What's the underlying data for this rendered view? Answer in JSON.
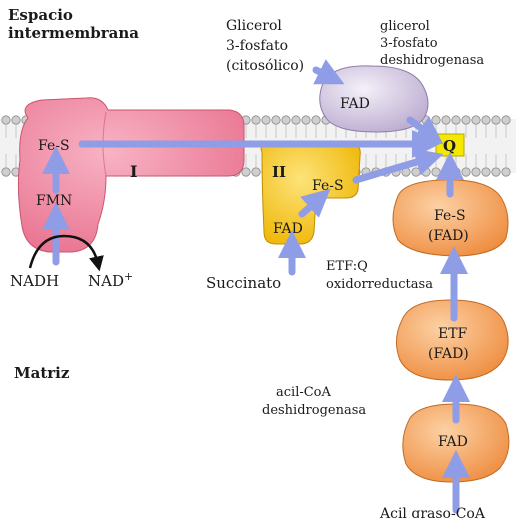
{
  "regions": {
    "intermembrane": [
      "Espacio",
      "intermembrana"
    ],
    "matrix": "Matriz"
  },
  "complex_I": {
    "label": "I",
    "fes": "Fe-S",
    "fmn": "FMN",
    "substrate": "NADH",
    "product_base": "NAD",
    "product_sup": "+"
  },
  "complex_II": {
    "label": "II",
    "fes": "Fe-S",
    "fad": "FAD",
    "substrate": "Succinato"
  },
  "glycerol": {
    "substrate": [
      "Glicerol",
      "3-fosfato",
      "(citosólico)"
    ],
    "enzyme": [
      "glicerol",
      "3-fosfato",
      "deshidrogenasa"
    ],
    "fad": "FAD"
  },
  "quinone": "Q",
  "etf_qo": {
    "fes": "Fe-S",
    "fad": "(FAD)",
    "name": [
      "ETF:Q",
      "oxidorreductasa"
    ]
  },
  "etf": {
    "name": "ETF",
    "fad": "(FAD)"
  },
  "acyl_coa_dh": {
    "name": [
      "acil-CoA",
      "deshidrogenasa"
    ],
    "fad": "FAD",
    "substrate": "Acil graso-CoA"
  },
  "colors": {
    "complexI": "#f28ca6",
    "complexII": "#f7c51c",
    "glycerolDH": "#d9cfe6",
    "etfProteins": "#f5a35a",
    "quinone": "#f5e800",
    "arrow": "#8f9ce6",
    "membraneHead": "#cfcfcf"
  }
}
